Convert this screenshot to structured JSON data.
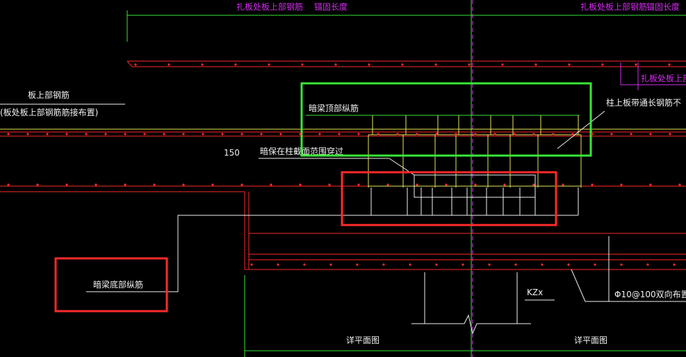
{
  "colors": {
    "background": "#000000",
    "red": "#ff2a2a",
    "magenta": "#d62cf2",
    "white": "#f2f2f2",
    "yellow": "#e8e85a",
    "green": "#38e838",
    "dark_red": "#b00000"
  },
  "top_labels": {
    "left_rebar": "扎板处板上部钢筋",
    "left_anchor": "锚固长度",
    "right_rebar": "扎板处板上部钢筋",
    "right_anchor": "锚固长度",
    "right_sub": "扎板处板上部"
  },
  "left_notes": {
    "line1": "板上部钢筋",
    "line2": "(板处板上部钢筋筋接布置)"
  },
  "labels": {
    "dim_150": "150",
    "beam_top": "暗梁顶部纵筋",
    "anchor_note": "暗保在柱截面范围穿过",
    "column_strip": "柱上板带通长钢筋不",
    "beam_bottom": "暗梁底部纵筋",
    "column_tag": "KZx",
    "stirrup": "Φ10@100双向布置",
    "plan_left": "详平面图",
    "plan_right": "详平面图"
  }
}
